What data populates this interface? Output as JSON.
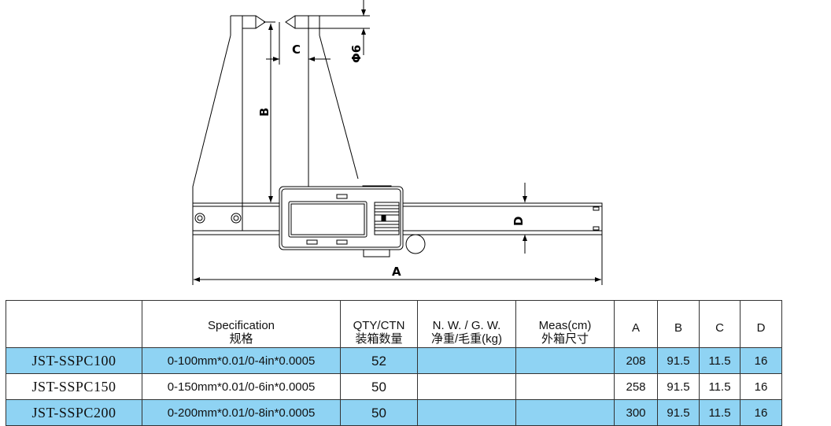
{
  "drawing": {
    "dimension_labels": {
      "a": "A",
      "b": "B",
      "c": "C",
      "d": "D",
      "diameter": "Φ6"
    }
  },
  "table": {
    "headers": [
      {
        "line1": "",
        "line2": ""
      },
      {
        "line1": "Specification",
        "line2": "规格"
      },
      {
        "line1": "QTY/CTN",
        "line2": "装箱数量"
      },
      {
        "line1": "N. W. / G. W.",
        "line2": "净重/毛重(kg)"
      },
      {
        "line1": "Meas(cm)",
        "line2": "外箱尺寸"
      },
      {
        "line1": "A",
        "line2": ""
      },
      {
        "line1": "B",
        "line2": ""
      },
      {
        "line1": "C",
        "line2": ""
      },
      {
        "line1": "D",
        "line2": ""
      }
    ],
    "rows": [
      {
        "model": "JST-SSPC100",
        "spec": "0-100mm*0.01/0-4in*0.0005",
        "qty": "52",
        "weight": "",
        "meas": "",
        "a": "208",
        "b": "91.5",
        "c": "11.5",
        "d": "16"
      },
      {
        "model": "JST-SSPC150",
        "spec": "0-150mm*0.01/0-6in*0.0005",
        "qty": "50",
        "weight": "",
        "meas": "",
        "a": "258",
        "b": "91.5",
        "c": "11.5",
        "d": "16"
      },
      {
        "model": "JST-SSPC200",
        "spec": "0-200mm*0.01/0-8in*0.0005",
        "qty": "50",
        "weight": "",
        "meas": "",
        "a": "300",
        "b": "91.5",
        "c": "11.5",
        "d": "16"
      }
    ],
    "row_colors": {
      "highlight": "#8fd3f3",
      "plain": "#ffffff"
    }
  }
}
